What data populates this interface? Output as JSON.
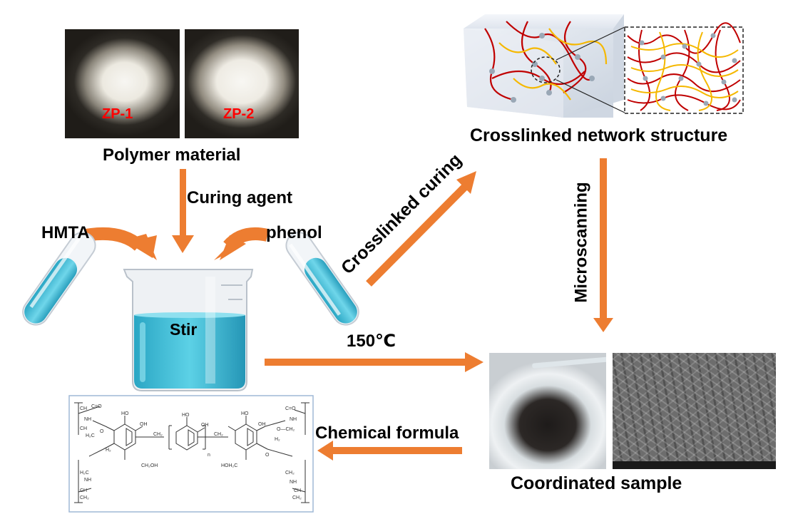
{
  "polymer": {
    "title": "Polymer material",
    "sample1": "ZP-1",
    "sample2": "ZP-2"
  },
  "reagents": {
    "curing_agent": "Curing agent",
    "hmta": "HMTA",
    "phenol": "phenol",
    "stir": "Stir"
  },
  "process": {
    "crosslinked_curing": "Crosslinked curing",
    "temperature": "150℃",
    "microscanning": "Microscanning",
    "chemical_formula": "Chemical formula"
  },
  "network": {
    "title": "Crosslinked network structure"
  },
  "sample": {
    "title": "Coordinated sample"
  },
  "colors": {
    "arrow": "#ed7d31",
    "network_chain": "#c00000",
    "network_crosslink": "#f5b800",
    "sample_label": "#ff0000",
    "liquid": "#3fb6d0"
  }
}
